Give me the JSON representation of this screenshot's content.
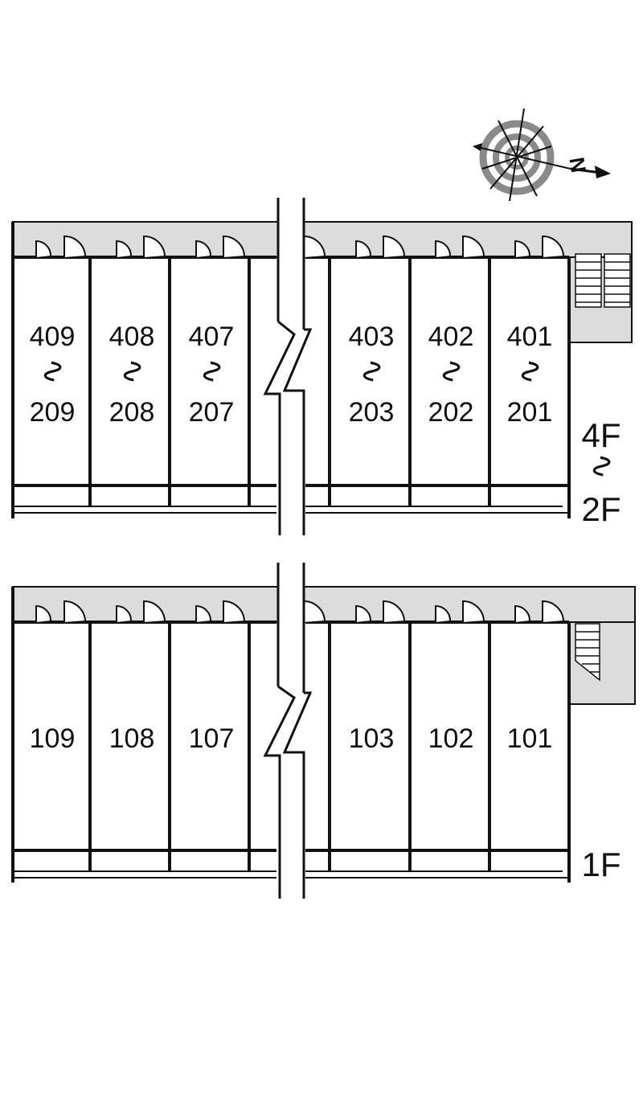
{
  "colors": {
    "corridor": "#dcdcdc",
    "wall": "#111111",
    "background": "#ffffff",
    "compass_ring": "#8a8a8a"
  },
  "compass": {
    "north_mark": "N"
  },
  "floors": [
    {
      "floor_label_top": "4F",
      "floor_label_sep": "∿",
      "floor_label_bottom": "2F",
      "units": [
        {
          "top": "409",
          "sep": "∿",
          "bottom": "209"
        },
        {
          "top": "408",
          "sep": "∿",
          "bottom": "208"
        },
        {
          "top": "407",
          "sep": "∿",
          "bottom": "207"
        },
        {
          "top": "403",
          "sep": "∿",
          "bottom": "203"
        },
        {
          "top": "402",
          "sep": "∿",
          "bottom": "202"
        },
        {
          "top": "401",
          "sep": "∿",
          "bottom": "201"
        }
      ]
    },
    {
      "floor_label": "1F",
      "units": [
        {
          "label": "109"
        },
        {
          "label": "108"
        },
        {
          "label": "107"
        },
        {
          "label": "103"
        },
        {
          "label": "102"
        },
        {
          "label": "101"
        }
      ]
    }
  ]
}
